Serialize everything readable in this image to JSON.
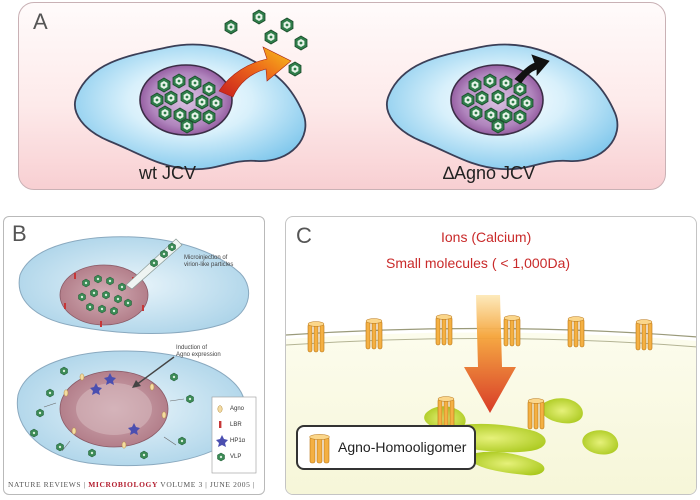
{
  "panel_a": {
    "label": "A",
    "left_caption": "wt JCV",
    "right_caption": "∆Agno JCV"
  },
  "panel_b": {
    "label": "B",
    "note_top": [
      "Microinjection of",
      "virion-like particles"
    ],
    "note_bottom": [
      "Induction of",
      "Agno expression"
    ],
    "legend": [
      "Agno",
      "LBR",
      "HP1α",
      "VLP"
    ],
    "footer": {
      "pre": "NATURE REVIEWS | ",
      "mag": "MICROBIOLOGY",
      "post": " VOLUME 3 | JUNE 2005 |"
    }
  },
  "panel_c": {
    "label": "C",
    "line1": "Ions (Calcium)",
    "line2": "Small molecules ( < 1,000Da)",
    "legend_label": "Agno-Homooligomer"
  },
  "colors": {
    "cell_blue": "#9ed8f2",
    "nucleus_purple": "#9b5ca0",
    "arrow_red": "#d94a1e",
    "channel_orange": "#f0a22e",
    "cytoplasm": "#fbfbe6"
  }
}
